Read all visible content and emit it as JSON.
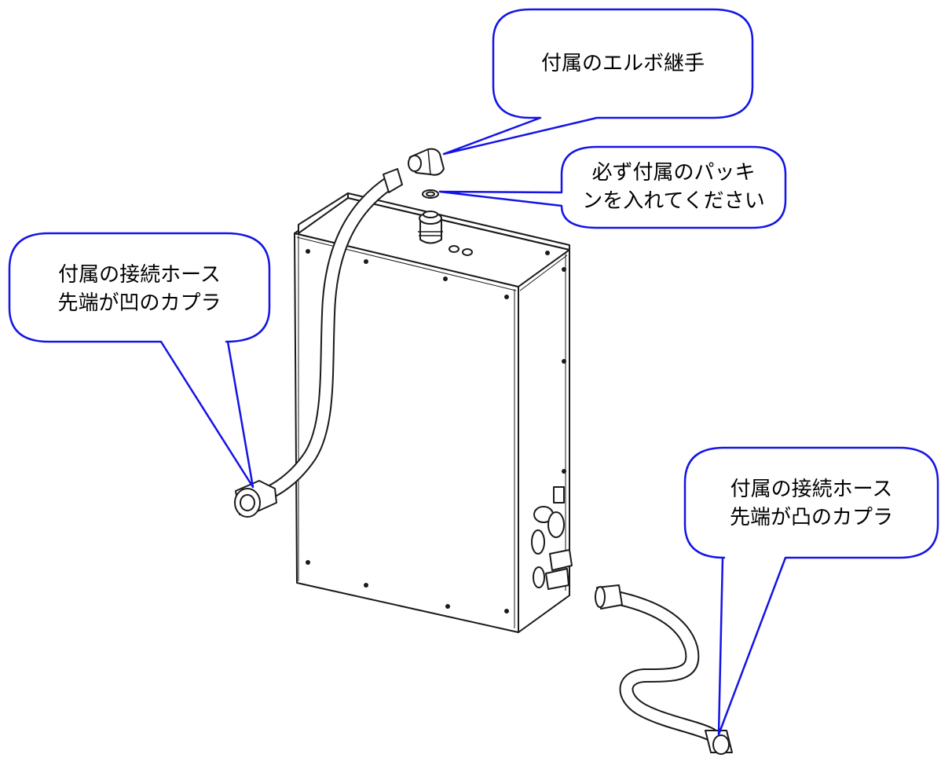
{
  "diagram": {
    "colors": {
      "callout_stroke": "#1414e6",
      "callout_fill": "#ffffff",
      "line": "#1a1a1a"
    },
    "callouts": {
      "elbow_joint": {
        "lines": [
          "付属のエルボ継手"
        ]
      },
      "packing": {
        "lines": [
          "必ず付属のパッキ",
          "ンを入れてください"
        ]
      },
      "hose_female": {
        "lines": [
          "付属の接続ホース",
          "先端が凹のカプラ"
        ]
      },
      "hose_male": {
        "lines": [
          "付属の接続ホース",
          "先端が凸のカプラ"
        ]
      }
    }
  }
}
